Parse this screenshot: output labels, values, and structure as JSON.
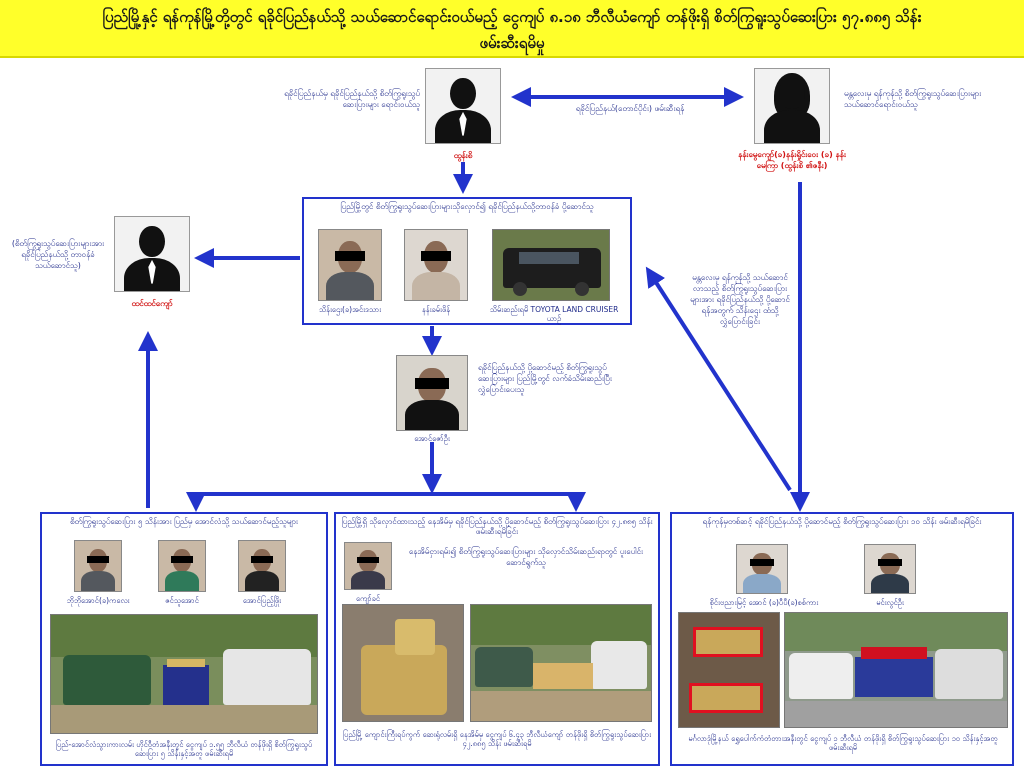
{
  "banner": {
    "line1": "ပြည်မြို့နှင့် ရန်ကုန်မြို့တို့တွင် ရခိုင်ပြည်နယ်သို့ သယ်ဆောင်ရောင်းဝယ်မည့် ငွေကျပ် ၈.၁၈ ဘီလီယံကျော် တန်ဖိုးရှိ စိတ်ကြွရူးသွပ်ဆေးပြား ၅၇.၈၈၅ သိန်း",
    "line2": "ဖမ်းဆီးရမိမှု"
  },
  "top": {
    "left_desc": "ရခိုင်ပြည်နယ်မှ ရခိုင်ပြည်နယ်သို့ စိတ်ကြွရူးသွပ်ဆေးပြားများ ရောင်းဝယ်သူ",
    "left_name": "ထွန်းစိ",
    "link_label": "ရခိုင်ပြည်နယ်(တောင်ပိုင်း) ဖမ်းဆီးရန်",
    "right_desc": "မန္တလေးမှ ရန်ကုန်သို့ စိတ်ကြွရူးသွပ်ဆေးပြားများ သယ်ဆောင်ရောင်းဝယ်သူ",
    "right_name": "နန်းမွေကျော်(ခ)နန်းရှိုင်းဝေး (ခ) နန်းမေကြာ (ထွန်းစိ ၏ဇနီး)"
  },
  "far_left": {
    "desc": "(စိတ်ကြွရူးသွပ်ဆေးပြားများအား ရခိုင်ပြည်နယ်သို့ တာဝန်ခံ သယ်ဆောင်သူ)",
    "name": "ထင်ထင်ကျော်"
  },
  "middle_box": {
    "title": "ပြည်မြို့တွင် စိတ်ကြွရူးသွပ်ဆေးပြားများသိုလှောင်၍ ရခိုင်ပြည်နယ်သို့တာဝန်ခံ ပို့ဆောင်သူ",
    "p1": "သိန်းဌေး(ခ)အင်းဒသား",
    "p2": "နန်းခမ်းဖိန်",
    "p3": "သိမ်းဆည်းရမိ TOYOTA LAND CRUISER ယာဉ်"
  },
  "right_side_text": "မန္တလေးမှ ရန်ကုန်သို့ သယ်ဆောင်လာသည့် စိတ်ကြွရူးသွပ်ဆေးပြားများအား ရခိုင်ပြည်နယ်သို့ ပို့ဆောင်ရန်အတွက် သိန်းဌေး ထံသို့ လွှဲပြောင်းခြင်း",
  "aung": {
    "desc": "ရခိုင်ပြည်နယ်သို့ ပို့ဆောင်မည့် စိတ်ကြွရူးသွပ်ဆေးပြားများ ပြည်မြို့တွင် လက်ခံသိမ်းဆည်းပြီး လွှဲပြောင်းပေးသူ",
    "name": "အောင်ဇော်ဦး"
  },
  "bottom_left": {
    "title": "စိတ်ကြွရူးသွပ်ဆေးပြား ၅ သိန်းအား ပြည်မှ အောင်လံသို့ သယ်ဆောင်မည့်သူများ",
    "p1": "ဘိုဘိုအောင်(ခ)ကလေး",
    "p2": "ဇင်သူအောင်",
    "p3": "အောင်ပြည့်ဖြိုး",
    "caption": "ပြည်-အောင်လံသွားကားလမ်း ဟိုင်ဝီတံအနီးတွင် ငွေကျပ် ၁.၅၅ ဘီလီယံ တန်ဖိုးရှိ စိတ်ကြွရူးသွပ်ဆေးပြား ၅ သိန်းနှင့်အတူ ဖမ်းဆီးရမိ"
  },
  "bottom_mid": {
    "title": "ပြည်မြို့ရှိ သိုလှောင်ထားသည့် နေအိမ်မှ ရခိုင်ပြည်နယ်သို့ ပို့ဆောင်မည့် စိတ်ကြွရူးသွပ်ဆေးပြား ၄၂.၈၈၅ သိန်း ဖမ်းဆီးရမိခြင်း",
    "sub": "နေအိမ်ငှားရမ်း၍ စိတ်ကြွရူးသွပ်ဆေးပြားများ သိုလှောင်သိမ်းဆည်းရာတွင် ပူးပေါင်းဆောင်ရွက်သူ",
    "p1": "ကျော်ခင်",
    "caption": "ပြည်မြို့ ကျောင်းကြီးရပ်ကွက် ဆေးရုံလမ်းရှိ နေအိမ်မှ ငွေကျပ် ၆.၄၃ ဘီလီယံကျော် တန်ဖိုးရှိ စိတ်ကြွရူးသွပ်ဆေးပြား ၄၂.၈၈၅ သိန်း ဖမ်းဆီးရမိ"
  },
  "bottom_right": {
    "title": "ရန်ကုန်မှတစ်ဆင့် ရခိုင်ပြည်နယ်သို့ ပို့ဆောင်မည့် စိတ်ကြွရူးသွပ်ဆေးပြား ၁၀ သိန်း ဖမ်းဆီးရမိခြင်း",
    "p1": "စိုင်းဗညားမြင့် အောင် (ခ)ပီပီ(ခ)စစ်ကား",
    "p2": "မင်းလွင်ဦး",
    "caption": "မင်္ဂလာဒုံမြို့နယ် ရွှေပေါက်ကံတံတားအနီးတွင် ငွေကျပ် ၁ ဘီလီယံ တန်ဖိုးရှိ စိတ်ကြွရူးသွပ်ဆေးပြား ၁၀ သိန်းနှင့်အတူ ဖမ်းဆီးရမိ"
  },
  "colors": {
    "banner": "#ffff2a",
    "line": "#2233cc",
    "accent_red": "#d01010"
  }
}
